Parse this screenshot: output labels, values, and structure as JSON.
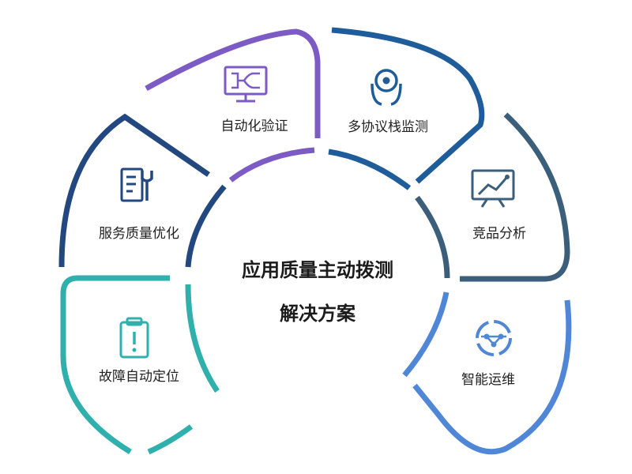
{
  "center": {
    "line1": "应用质量主动拨测",
    "line2": "解决方案"
  },
  "segments": [
    {
      "label": "故障自动定位",
      "icon": "clipboard-alert-icon",
      "color": "#2fb0ac"
    },
    {
      "label": "服务质量优化",
      "icon": "document-wrench-icon",
      "color": "#23487f"
    },
    {
      "label": "自动化验证",
      "icon": "monitor-flow-icon",
      "color": "#7d5bc4"
    },
    {
      "label": "多协议栈监测",
      "icon": "user-target-icon",
      "color": "#1e5c9a"
    },
    {
      "label": "竞品分析",
      "icon": "chart-board-icon",
      "color": "#3b5f7a"
    },
    {
      "label": "智能运维",
      "icon": "gear-network-icon",
      "color": "#4f86d6"
    }
  ]
}
